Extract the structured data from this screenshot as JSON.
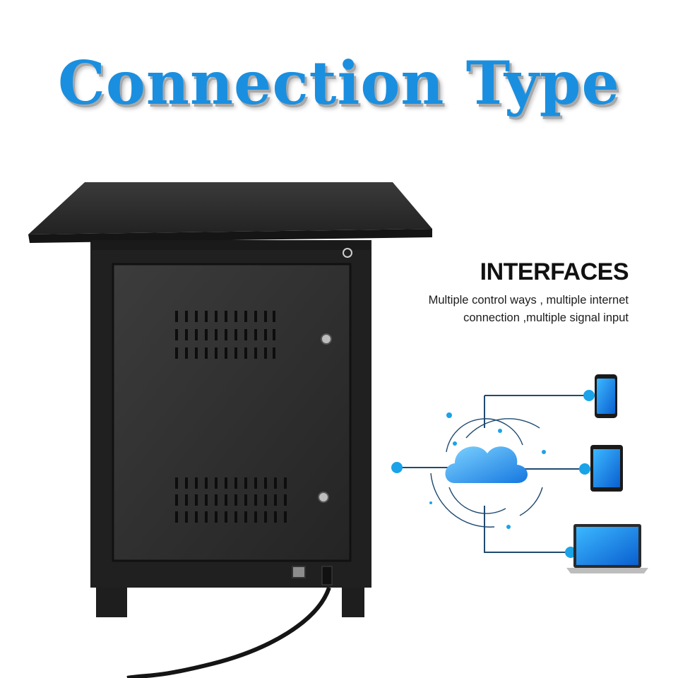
{
  "title": "Connection Type",
  "interfaces": {
    "heading": "INTERFACES",
    "line1": "Multiple control ways , multiple internet",
    "line2": "connection ,multiple signal input"
  },
  "colors": {
    "title_blue": "#1a8fe0",
    "accent_blue": "#1aa3e8",
    "cabinet_black": "#262626"
  },
  "icons": [
    "cloud-icon",
    "smartphone-icon",
    "tablet-icon",
    "laptop-icon"
  ]
}
